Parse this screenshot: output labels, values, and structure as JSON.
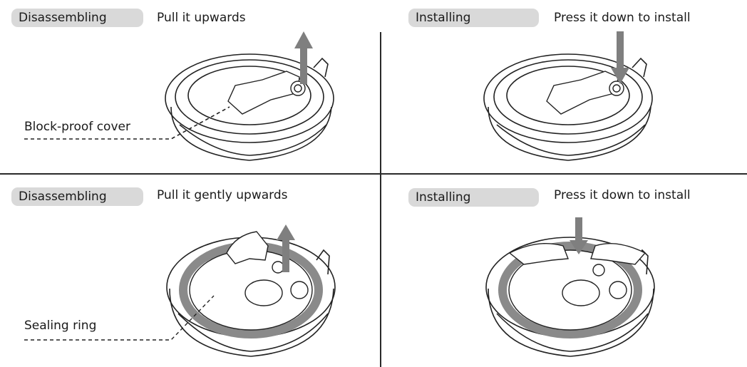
{
  "panels": {
    "top_left": {
      "badge": "Disassembling",
      "instruction": "Pull it upwards",
      "callout": "Block-proof cover"
    },
    "top_right": {
      "badge": "Installing",
      "instruction": "Press it down to install"
    },
    "bottom_left": {
      "badge": "Disassembling",
      "instruction": "Pull it gently upwards",
      "callout": "Sealing ring"
    },
    "bottom_right": {
      "badge": "Installing",
      "instruction": "Press it down to install"
    }
  },
  "colors": {
    "badge_bg": "#d9d9d9",
    "arrow": "#7f7f7f",
    "ring": "#8a8a8a",
    "line": "#2a2a2a"
  },
  "icons": [
    "arrow-up-icon",
    "arrow-down-icon"
  ]
}
